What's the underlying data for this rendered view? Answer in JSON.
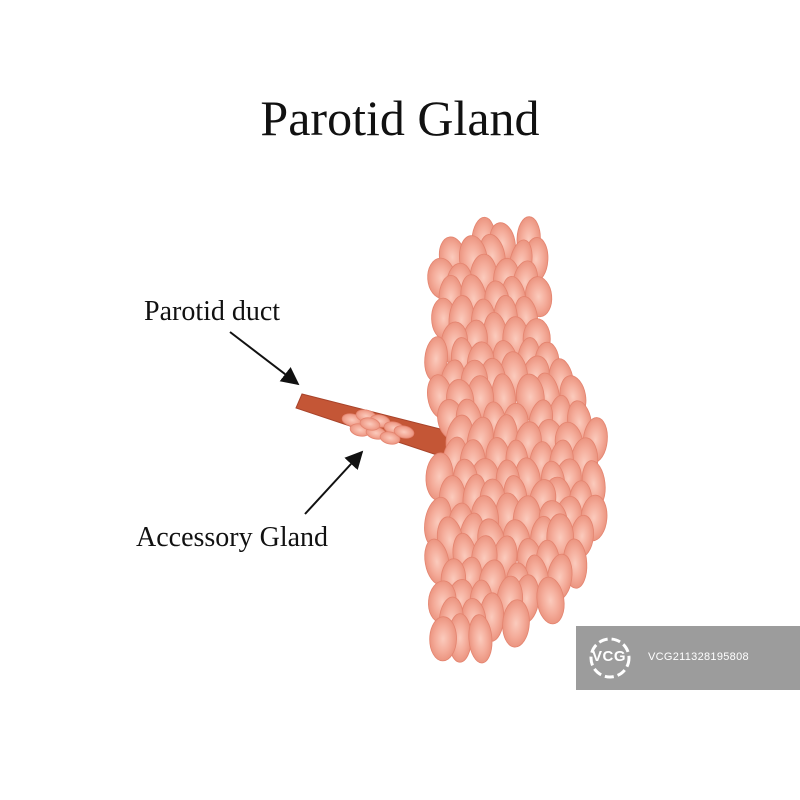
{
  "title": "Parotid Gland",
  "labels": {
    "duct": "Parotid duct",
    "accessory": "Accessory Gland"
  },
  "watermark": {
    "brand": "VCG",
    "id": "VCG211328195808"
  },
  "colors": {
    "lobule_fill": "#f2a593",
    "lobule_edge": "#e4846f",
    "lobule_highlight": "#fbcbbd",
    "duct": "#c45636",
    "duct_edge": "#a8432a",
    "text": "#111111"
  }
}
